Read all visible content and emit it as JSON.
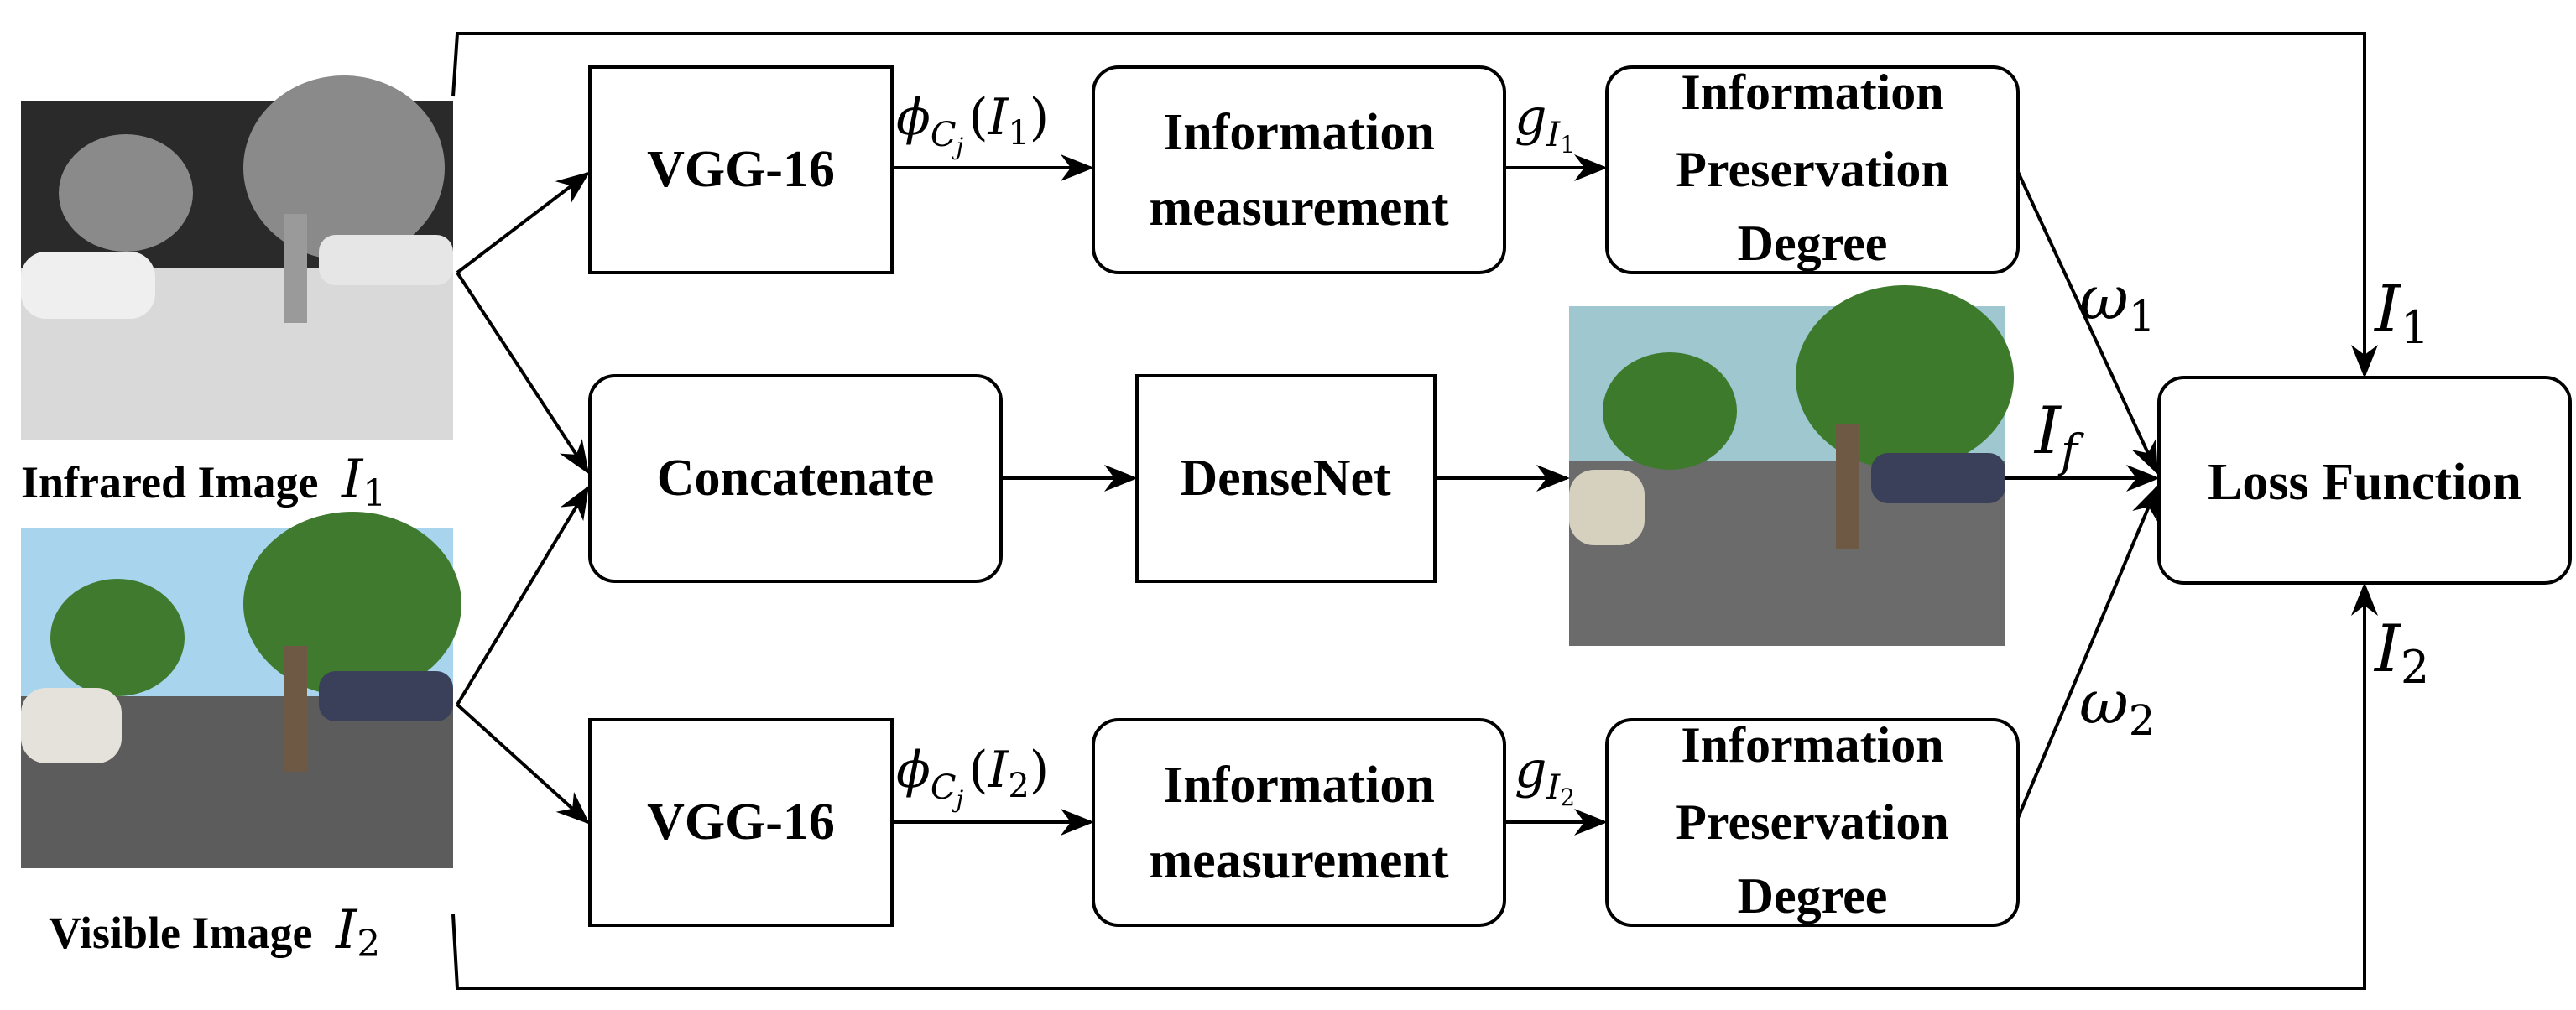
{
  "diagram": {
    "vgg_label": "VGG-16",
    "concat_label": "Concatenate",
    "densenet_label": "DenseNet",
    "info_measure_line1": "Information",
    "info_measure_line2": "measurement",
    "ipd_line1": "Information",
    "ipd_line2": "Preservation",
    "ipd_line3": "Degree",
    "loss_label": "Loss Function",
    "infrared_caption": "Infrared Image",
    "visible_caption": "Visible Image",
    "var_I": "I",
    "sub_1": "1",
    "sub_2": "2",
    "sub_f": "f",
    "omega": "ω",
    "phi": "ϕ",
    "C": "C",
    "j": "j",
    "g": "g",
    "lparen": "(",
    "rparen": ")"
  },
  "images": {
    "infrared": {
      "sky": "#2a2a2a",
      "ground": "#d9d9d9",
      "tree": "#8a8a8a"
    },
    "visible": {
      "sky": "#a9d4ee",
      "ground": "#5c5c5c",
      "tree": "#3f7a2e"
    },
    "fused": {
      "sky": "#9ec7cf",
      "ground": "#6b6b6b",
      "tree": "#3d7a2c"
    }
  },
  "colors": {
    "line": "#000000",
    "background": "#ffffff"
  }
}
